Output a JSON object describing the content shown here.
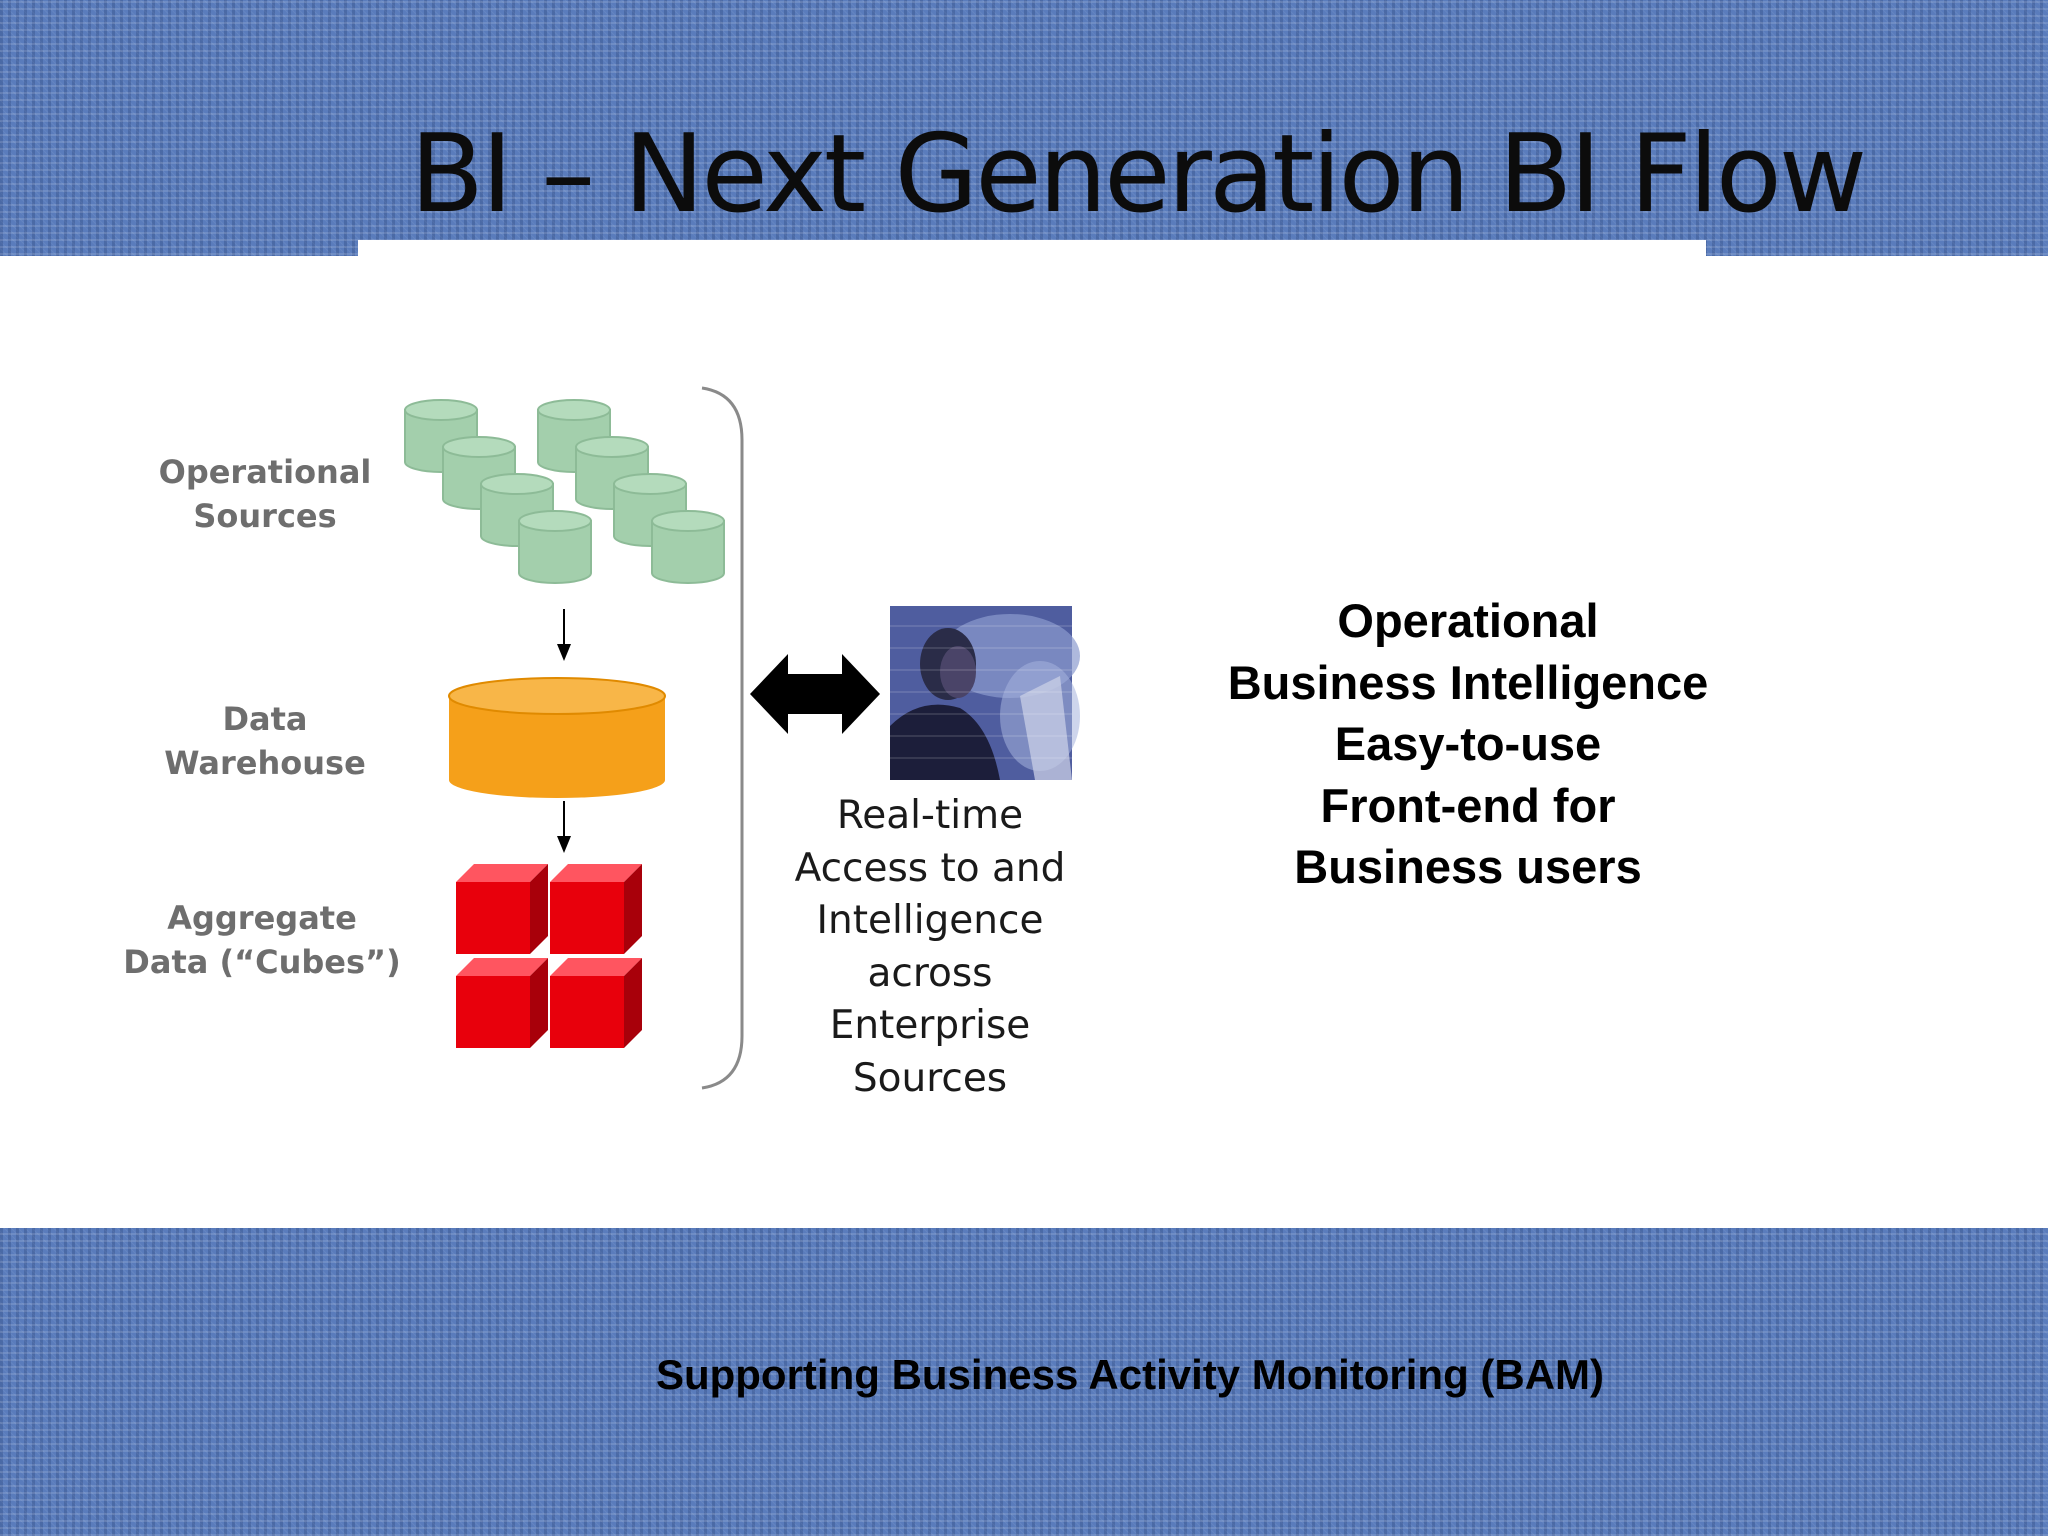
{
  "slide": {
    "title": "BI – Next Generation BI Flow",
    "footer": "Supporting Business Activity Monitoring (BAM)"
  },
  "diagram": {
    "operational_sources_label": "Operational\nSources",
    "data_warehouse_label": "Data\nWarehouse",
    "aggregate_label": "Aggregate\nData (“Cubes”)",
    "access_text": "Real-time\nAccess to and\nIntelligence\nacross\nEnterprise\nSources",
    "colors": {
      "source_db": "#a3cfac",
      "warehouse": "#f5a01a",
      "cube": "#e8000c",
      "arrow": "#000000"
    }
  },
  "callout": {
    "text": "Operational\nBusiness Intelligence\nEasy-to-use\nFront-end for\nBusiness users"
  }
}
